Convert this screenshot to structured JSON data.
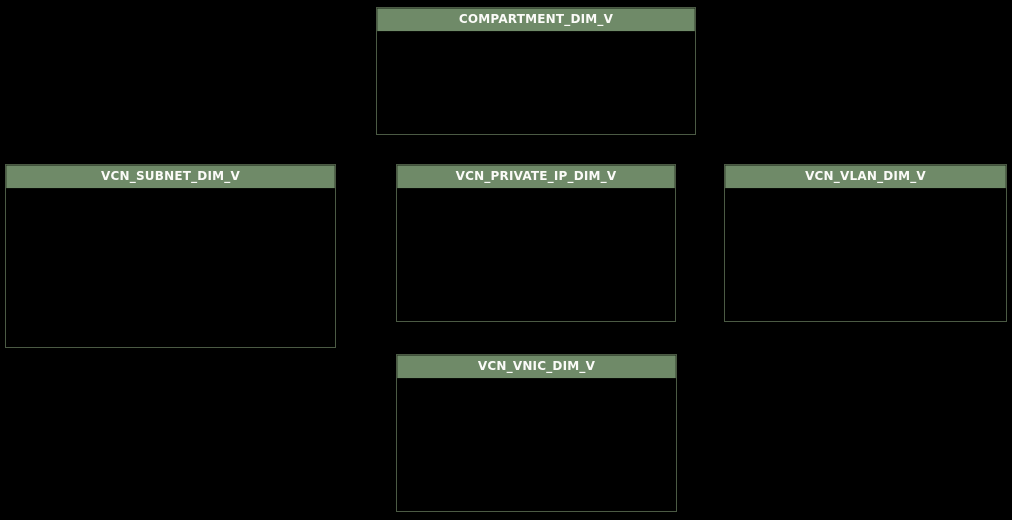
{
  "diagram": {
    "background_color": "#000000",
    "entity_header_color": "#6f8a68",
    "entity_border_color": "#4b5a44",
    "entity_title_color": "#fbfbf8",
    "entities": [
      {
        "name": "COMPARTMENT_DIM_V"
      },
      {
        "name": "VCN_SUBNET_DIM_V"
      },
      {
        "name": "VCN_PRIVATE_IP_DIM_V"
      },
      {
        "name": "VCN_VLAN_DIM_V"
      },
      {
        "name": "VCN_VNIC_DIM_V"
      }
    ]
  }
}
